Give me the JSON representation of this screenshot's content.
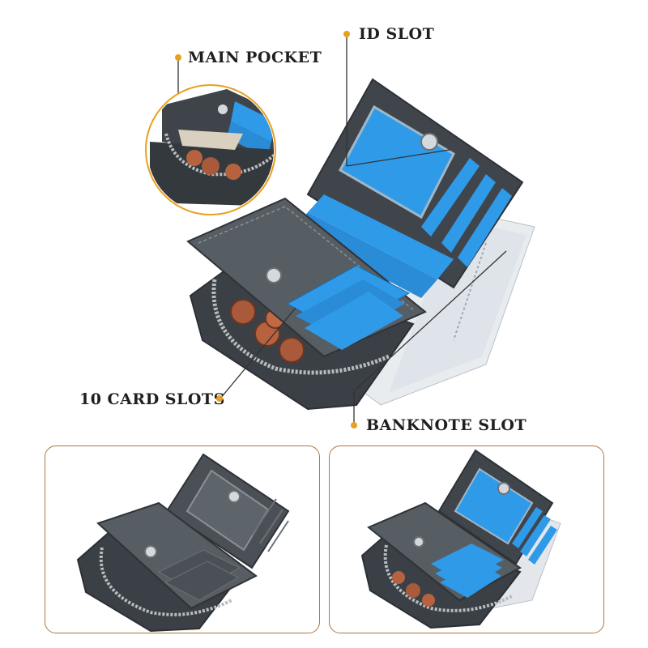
{
  "labels": {
    "main_pocket": "MAIN POCKET",
    "id_slot": "ID SLOT",
    "card_slots": "10 CARD SLOTS",
    "banknote_slot": "BANKNOTE SLOT"
  },
  "colors": {
    "accent_dot": "#e8a020",
    "frame_border": "#b0773f",
    "leather": "#4a5056",
    "card_blue": "#1e8fe0",
    "text": "#1f1f1f"
  }
}
